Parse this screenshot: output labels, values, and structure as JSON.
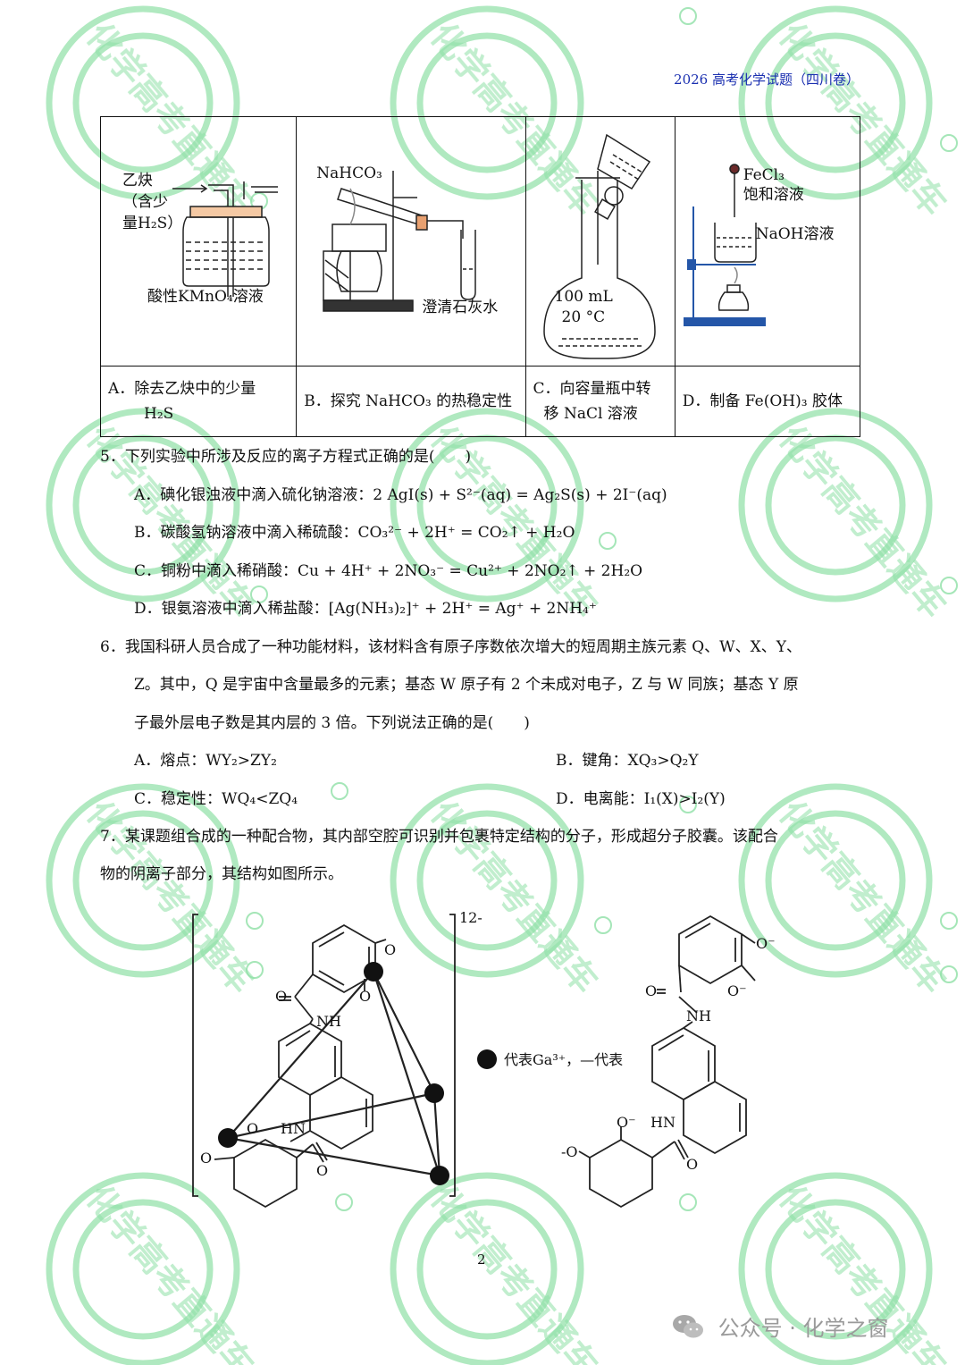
{
  "header": {
    "title": "2026 高考化学试题（四川卷）"
  },
  "watermark": {
    "text": "化学高考直通车",
    "color": "#7fd99a"
  },
  "table": {
    "cells": [
      {
        "labels": [
          "乙炔",
          "（含少",
          "量H₂S）",
          "酸性KMnO₄溶液"
        ],
        "caption_line1": "A．除去乙炔中的少量",
        "caption_line2": "H₂S"
      },
      {
        "labels": [
          "NaHCO₃",
          "澄清石灰水"
        ],
        "caption_line1": "B．探究 NaHCO₃ 的热稳定性",
        "caption_line2": ""
      },
      {
        "labels": [
          "100 mL",
          "20 °C"
        ],
        "caption_line1": "C．向容量瓶中转",
        "caption_line2": "移 NaCl 溶液"
      },
      {
        "labels": [
          "FeCl₃",
          "饱和溶液",
          "NaOH溶液"
        ],
        "caption_line1": "D．制备 Fe(OH)₃ 胶体",
        "caption_line2": ""
      }
    ]
  },
  "questions": {
    "q5": {
      "stem": "5．下列实验中所涉及反应的离子方程式正确的是(　　)",
      "options": [
        "A．碘化银浊液中滴入硫化钠溶液：2 AgI(s) + S²⁻(aq) = Ag₂S(s) + 2I⁻(aq)",
        "B．碳酸氢钠溶液中滴入稀硫酸：CO₃²⁻ + 2H⁺ = CO₂↑ + H₂O",
        "C．铜粉中滴入稀硝酸：Cu + 4H⁺ + 2NO₃⁻ = Cu²⁺ + 2NO₂↑ + 2H₂O",
        "D．银氨溶液中滴入稀盐酸：[Ag(NH₃)₂]⁺ + 2H⁺ = Ag⁺ + 2NH₄⁺"
      ]
    },
    "q6": {
      "line1": "6．我国科研人员合成了一种功能材料，该材料含有原子序数依次增大的短周期主族元素 Q、W、X、Y、",
      "line2": "Z。其中，Q 是宇宙中含量最多的元素；基态 W 原子有 2 个未成对电子，Z 与 W 同族；基态 Y 原",
      "line3": "子最外层电子数是其内层的 3 倍。下列说法正确的是(　　)",
      "optA": "A．熔点：WY₂>ZY₂",
      "optB": "B．键角：XQ₃>Q₂Y",
      "optC": "C．稳定性：WQ₄<ZQ₄",
      "optD": "D．电离能：I₁(X)>I₂(Y)"
    },
    "q7": {
      "line1": "7．某课题组合成的一种配合物，其内部空腔可识别并包裹特定结构的分子，形成超分子胶囊。该配合",
      "line2": "物的阴离子部分，其结构如图所示。"
    }
  },
  "structure": {
    "charge": "12-",
    "legend": "代表Ga³⁺，—代表",
    "labels_left": [
      "O",
      "O",
      "O",
      "NH",
      "HN",
      "O",
      "O",
      "O"
    ],
    "labels_right": [
      "O⁻",
      "O",
      "O⁻",
      "NH",
      "HN",
      "O⁻",
      "-O",
      "O"
    ]
  },
  "page_number": "2",
  "footer": {
    "text": "公众号 · 化学之窗"
  }
}
